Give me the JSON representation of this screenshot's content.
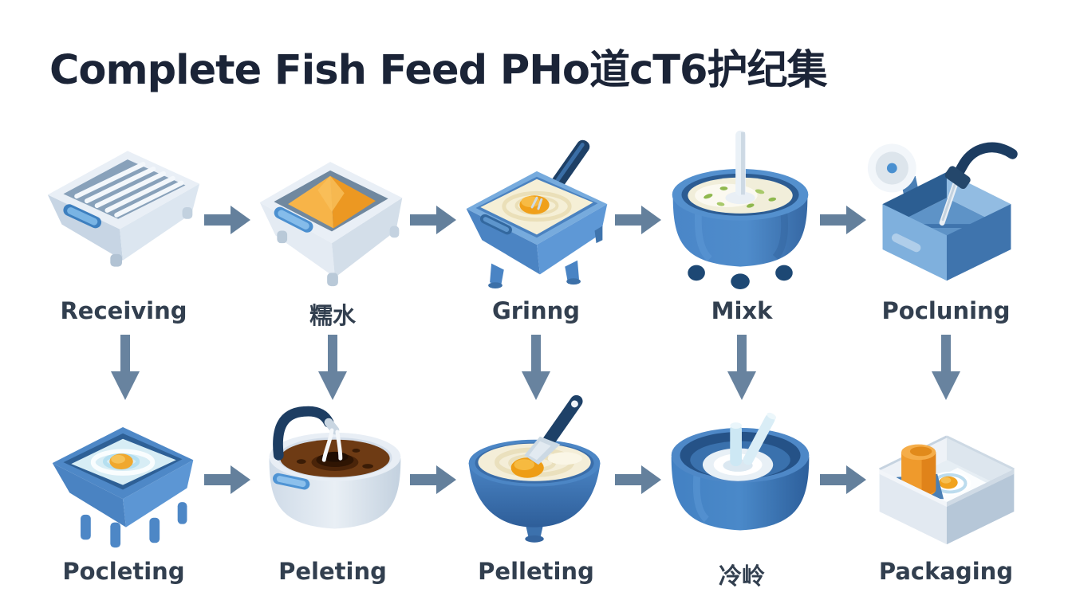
{
  "title": {
    "text": "Complete Fish Feed PHo道cT6护纪集"
  },
  "palette": {
    "background": "#ffffff",
    "title_text": "#1b2437",
    "label_text": "#323f4f",
    "arrow": "#64809c",
    "container_blue": "#4e88c7",
    "container_blue_dark": "#2d5f9b",
    "container_light": "#e7edf4",
    "accent_orange": "#ef9a2c",
    "cream": "#f4eed6",
    "liquid_brown": "#6e3b14",
    "handle_navy": "#1d3d62"
  },
  "process": {
    "rows": [
      {
        "steps": [
          {
            "label": "Receiving",
            "icon": "receiving-tray-icon"
          },
          {
            "label": "糯水",
            "icon": "raw-material-bin-icon"
          },
          {
            "label": "Grinng",
            "icon": "grinding-vat-icon"
          },
          {
            "label": "Mixk",
            "icon": "mixing-pot-icon"
          },
          {
            "label": "Pocluning",
            "icon": "conveyor-box-icon"
          }
        ]
      },
      {
        "steps": [
          {
            "label": "Pocleting",
            "icon": "soaking-vat-icon"
          },
          {
            "label": "Peleting",
            "icon": "conditioning-pot-icon"
          },
          {
            "label": "Pelleting",
            "icon": "pellet-bowl-icon"
          },
          {
            "label": "冷岭",
            "icon": "cooling-drum-icon"
          },
          {
            "label": "Packaging",
            "icon": "packaging-box-icon"
          }
        ]
      }
    ],
    "connections": {
      "horizontal_arrow": "arrow-right-icon",
      "vertical_arrow": "arrow-down-icon"
    }
  }
}
